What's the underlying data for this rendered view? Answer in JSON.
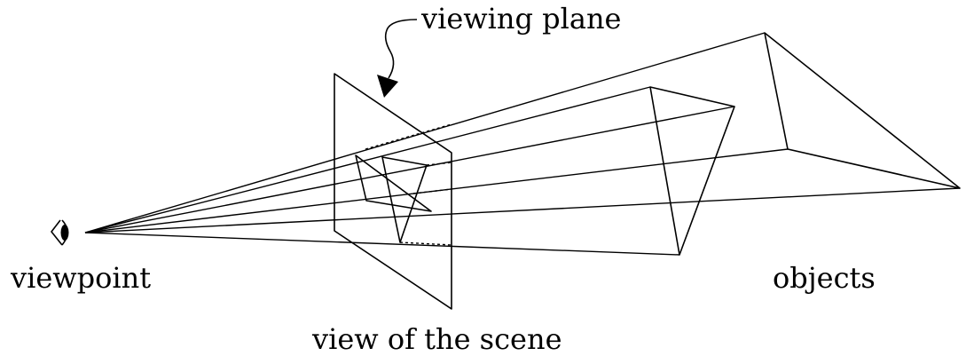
{
  "labels": {
    "viewing_plane": "viewing plane",
    "viewpoint": "viewpoint",
    "view_of_scene": "view of the scene",
    "objects": "objects"
  },
  "colors": {
    "dark_gray": "#6e6e6e",
    "light_gray": "#bdbdbd",
    "ink": "#000000"
  }
}
